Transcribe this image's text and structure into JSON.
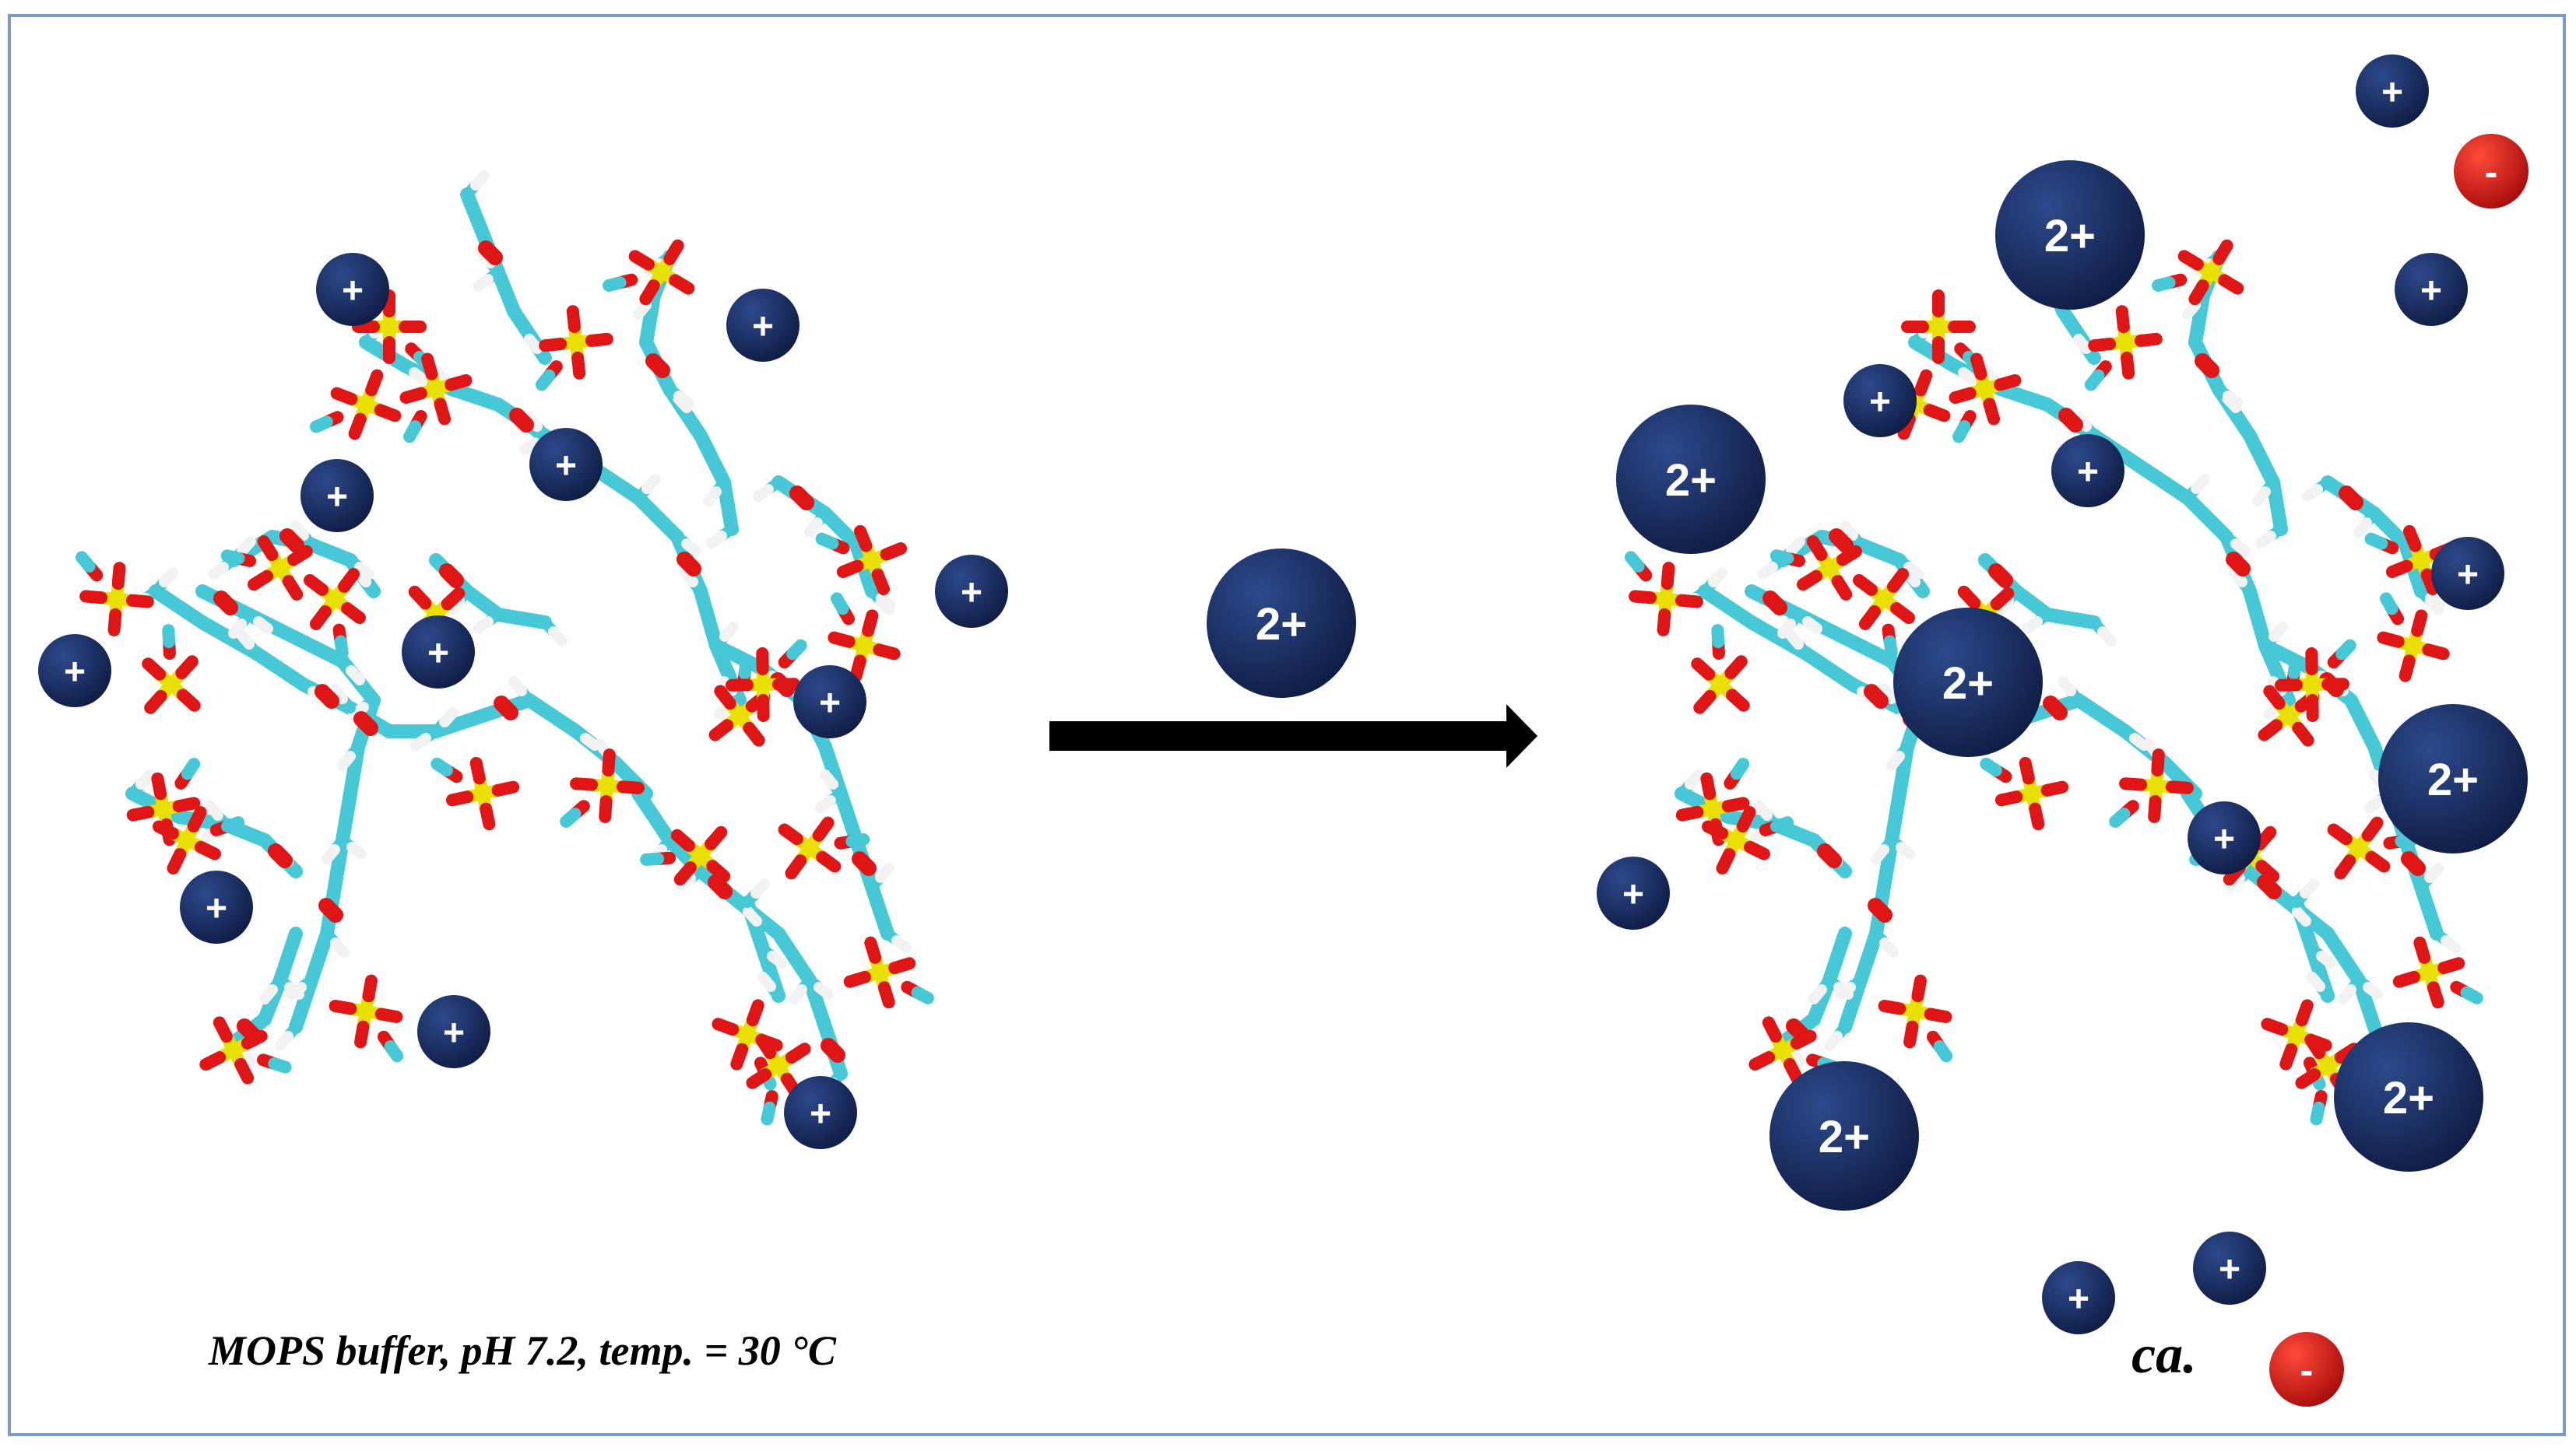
{
  "caption": "MOPS buffer, pH 7.2, temp. = 30 °C",
  "ca_label": "ca.",
  "ion_labels": {
    "monovalent_cation": "+",
    "divalent_cation": "2+",
    "anion": "-"
  },
  "colors": {
    "cation": "#1c2f63",
    "anion": "#c81414",
    "carbon": "#46c8d6",
    "oxygen": "#e01515",
    "sulfur": "#e8e000",
    "hydrogen": "#f2f2f2",
    "frame": "#7a9cc6",
    "arrow": "#000000"
  }
}
